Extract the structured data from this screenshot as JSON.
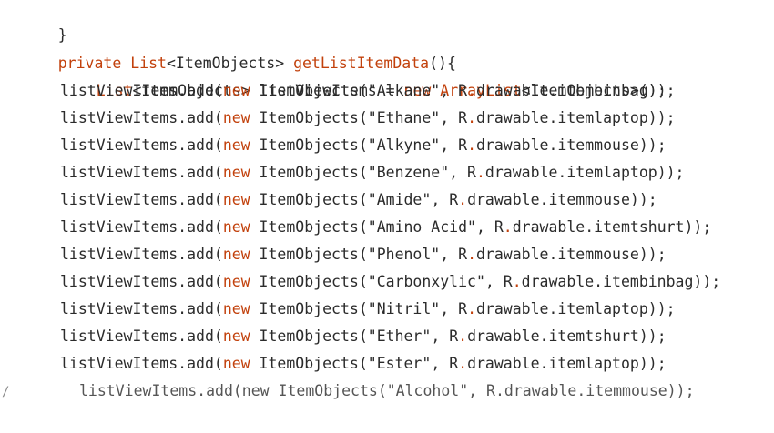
{
  "code": {
    "closing_brace": "}",
    "signature": {
      "kw_private": "private",
      "type_list": "List",
      "generic": "<ItemObjects>",
      "method": "getListItemData",
      "tail": "(){"
    },
    "decl": {
      "type_list": "List",
      "generic": "<ItemObjects>",
      "var": " listViewItems = ",
      "kw_new": "new",
      "ctor": "ArrayList",
      "ctor_generic": "<ItemObjects>",
      "tail": "();"
    },
    "add_prefix": "listViewItems.add(",
    "add_kw_new": "new",
    "add_ctor": " ItemObjects(",
    "rdot_r": "R",
    "rdot_dot": ".",
    "drawable": "drawable",
    "items": [
      {
        "name": "\"Alkane\"",
        "res": "itembinbag"
      },
      {
        "name": "\"Ethane\"",
        "res": "itemlaptop"
      },
      {
        "name": "\"Alkyne\"",
        "res": "itemmouse"
      },
      {
        "name": "\"Benzene\"",
        "res": "itemlaptop"
      },
      {
        "name": "\"Amide\"",
        "res": "itemmouse"
      },
      {
        "name": "\"Amino Acid\"",
        "res": "itemtshurt"
      },
      {
        "name": "\"Phenol\"",
        "res": "itemmouse"
      },
      {
        "name": "\"Carbonxylic\"",
        "res": "itembinbag"
      },
      {
        "name": "\"Nitril\"",
        "res": "itemlaptop"
      },
      {
        "name": "\"Ether\"",
        "res": "itemtshurt"
      },
      {
        "name": "\"Ester\"",
        "res": "itemlaptop"
      }
    ],
    "last_line": "listViewItems.add(new ItemObjects(\"Alcohol\", R.drawable.itemmouse));",
    "gutter_mark": "/"
  }
}
